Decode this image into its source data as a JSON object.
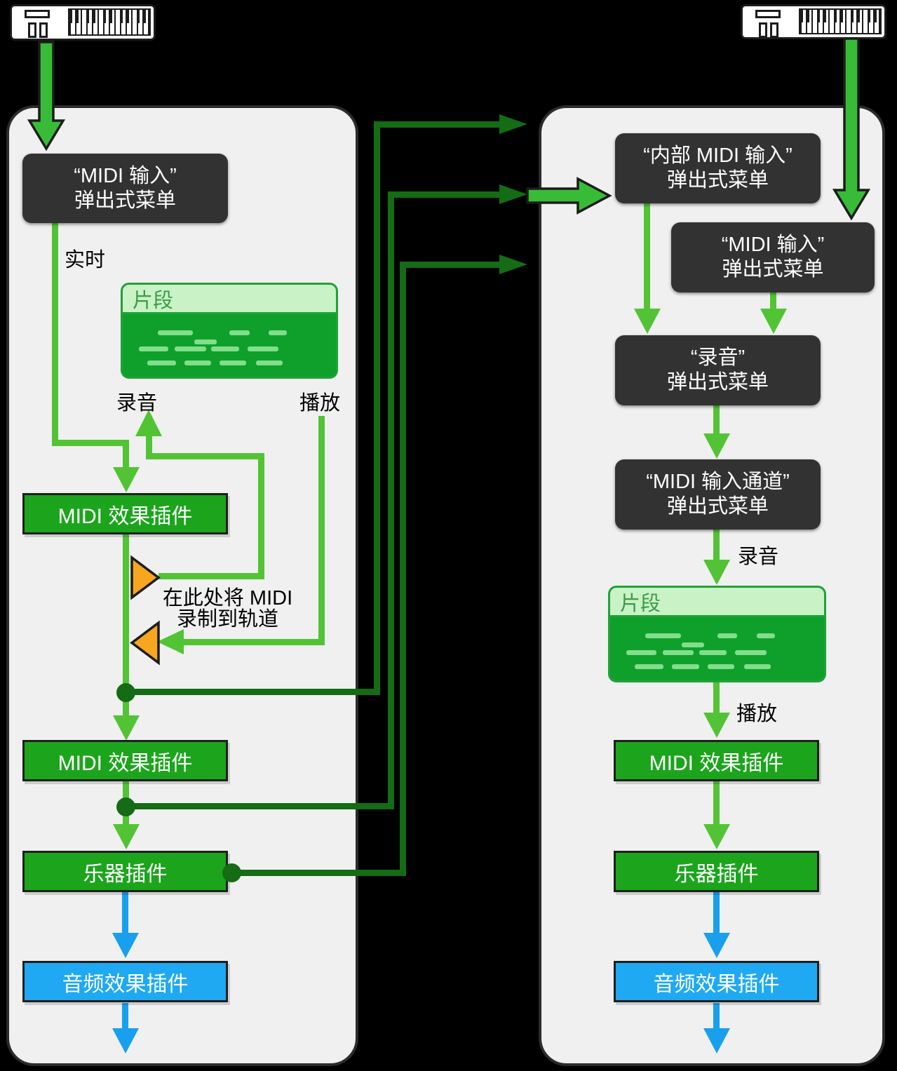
{
  "colors": {
    "background": "#000000",
    "panel_fill": "#F0F0F0",
    "dark_box_fill": "#323232",
    "green_box_fill": "#1CA51C",
    "blue_box_fill": "#1FA9F2",
    "light_green_line": "#53C336",
    "dark_green_line": "#146C14",
    "blue_arrow": "#18A0EE",
    "orange_connector": "#F6A61F",
    "region_header_fill": "#C9F2C6",
    "region_body_fill": "#0FA02B"
  },
  "left_track": {
    "input_menu": {
      "line1": "“MIDI 输入”",
      "line2": "弹出式菜单"
    },
    "realtime": "实时",
    "region_title": "片段",
    "record": "录音",
    "play": "播放",
    "midi_fx_a": "MIDI 效果插件",
    "record_note_1": "在此处将 MIDI",
    "record_note_2": "录制到轨道",
    "midi_fx_b": "MIDI 效果插件",
    "instrument": "乐器插件",
    "audio_fx": "音频效果插件"
  },
  "right_track": {
    "internal_input_menu": {
      "line1": "“内部 MIDI 输入”",
      "line2": "弹出式菜单"
    },
    "input_menu": {
      "line1": "“MIDI 输入”",
      "line2": "弹出式菜单"
    },
    "record_menu": {
      "line1": "“录音”",
      "line2": "弹出式菜单"
    },
    "channel_menu": {
      "line1": "“MIDI 输入通道”",
      "line2": "弹出式菜单"
    },
    "record": "录音",
    "region_title": "片段",
    "play": "播放",
    "midi_fx": "MIDI 效果插件",
    "instrument": "乐器插件",
    "audio_fx": "音频效果插件"
  },
  "region_notes": {
    "rows": [
      {
        "top": 0.26,
        "segments": [
          [
            0.165,
            0.165
          ],
          [
            0.5,
            0.095
          ],
          [
            0.685,
            0.085
          ]
        ]
      },
      {
        "top": 0.4,
        "segments": [
          [
            0.335,
            0.105
          ]
        ]
      },
      {
        "top": 0.52,
        "segments": [
          [
            0.075,
            0.14
          ],
          [
            0.245,
            0.145
          ],
          [
            0.415,
            0.13
          ],
          [
            0.585,
            0.145
          ]
        ]
      },
      {
        "top": 0.74,
        "segments": [
          [
            0.115,
            0.135
          ],
          [
            0.29,
            0.125
          ],
          [
            0.455,
            0.125
          ],
          [
            0.625,
            0.125
          ]
        ]
      }
    ]
  }
}
